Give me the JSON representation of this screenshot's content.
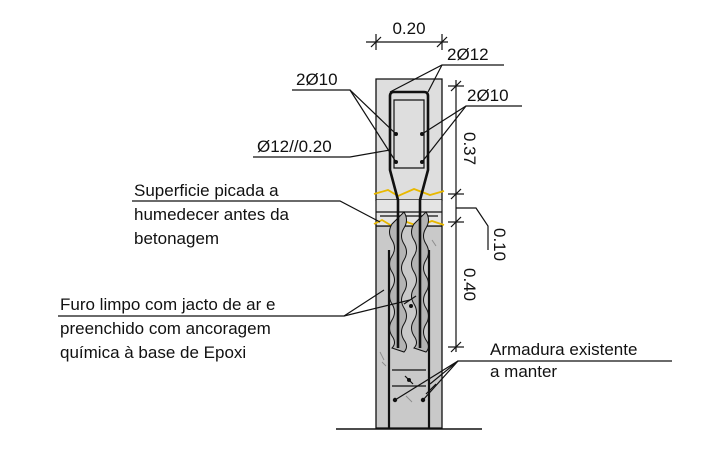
{
  "dimensions": {
    "width_label": "0.20",
    "upper_height": "0.37",
    "joint_height": "0.10",
    "embed_depth": "0.40"
  },
  "rebar": {
    "top_bars": "2Ø12",
    "left_bars": "2Ø10",
    "right_bars": "2Ø10",
    "stirrups": "Ø12//0.20"
  },
  "notes": {
    "surface_line1": "Superficie picada a",
    "surface_line2": "humedecer antes da",
    "surface_line3": "betonagem",
    "hole_line1": "Furo limpo com jacto de ar e",
    "hole_line2": "preenchido com ancoragem",
    "hole_line3": "química à base de Epoxi",
    "existing_line1": "Armadura existente",
    "existing_line2": "a manter"
  },
  "colors": {
    "new_concrete": "#dedede",
    "existing_concrete": "#c9c9c9",
    "epoxy_fill": "#b4b4b4",
    "joint_highlight": "#e8b800",
    "line": "#111111"
  }
}
